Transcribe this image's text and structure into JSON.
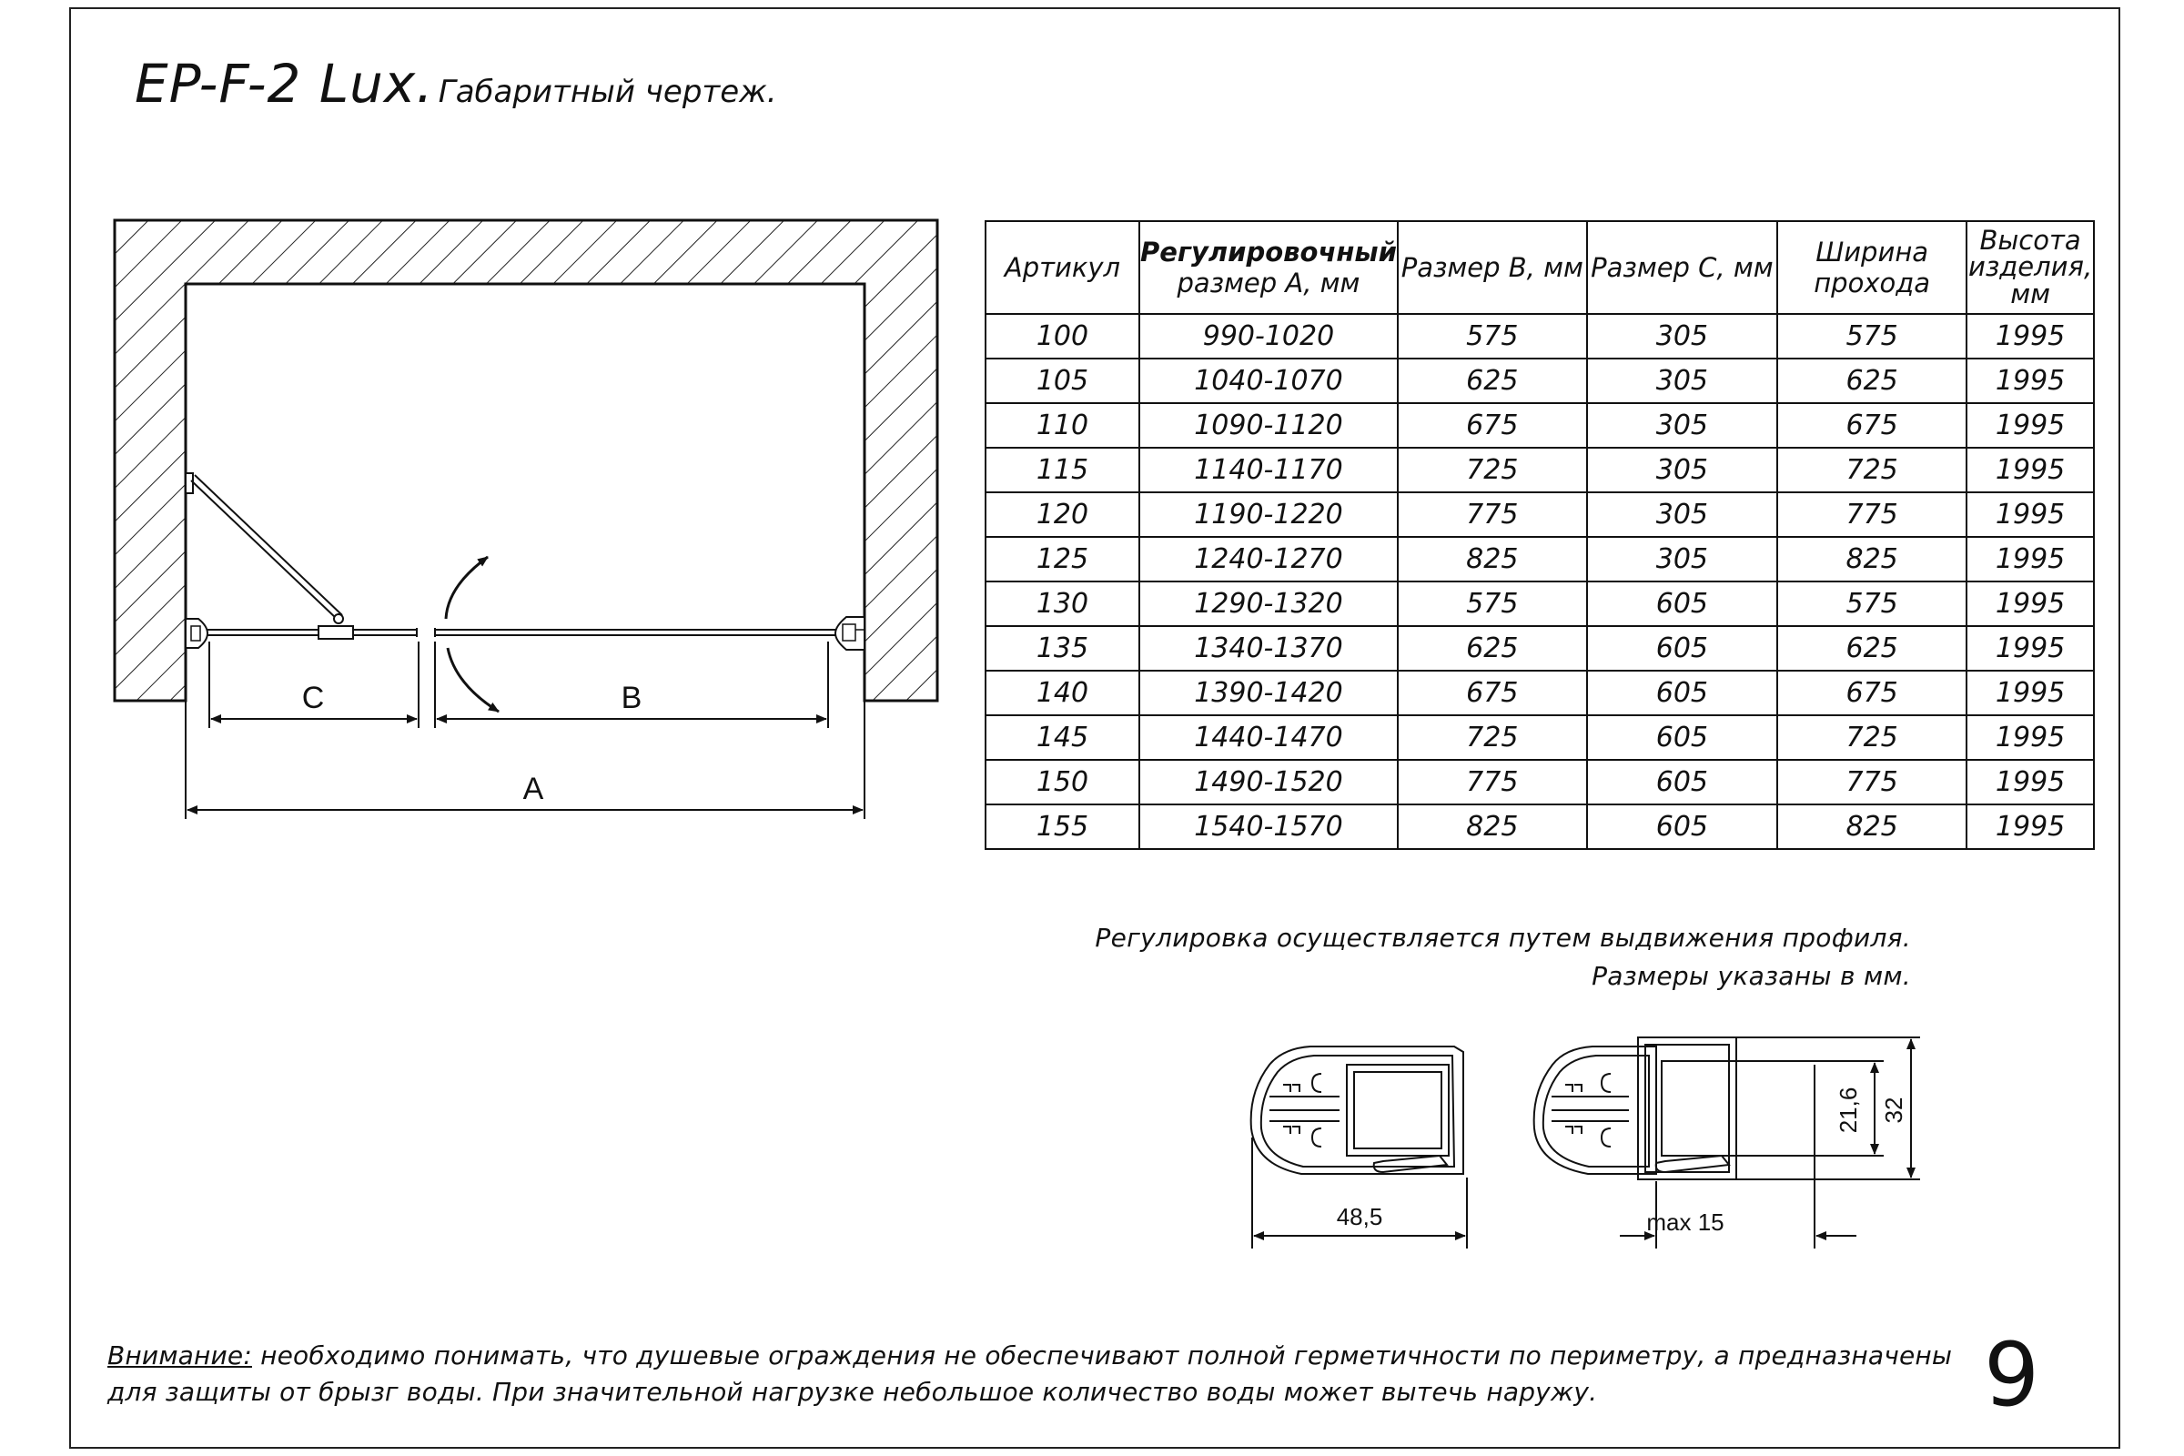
{
  "header": {
    "model": "EP-F-2 Lux.",
    "subtitle": "Габаритный чертеж."
  },
  "drawing": {
    "label_a": "A",
    "label_b": "B",
    "label_c": "C"
  },
  "table": {
    "headers": {
      "article": "Артикул",
      "adj_bold": "Регулировочный",
      "adj_rest": "размер А, мм",
      "size_b": "Размер В, мм",
      "size_c": "Размер С, мм",
      "width_1": "Ширина",
      "width_2": "прохода",
      "height_1": "Высота",
      "height_2": "изделия,",
      "height_3": "мм"
    },
    "rows": [
      [
        "100",
        "990-1020",
        "575",
        "305",
        "575",
        "1995"
      ],
      [
        "105",
        "1040-1070",
        "625",
        "305",
        "625",
        "1995"
      ],
      [
        "110",
        "1090-1120",
        "675",
        "305",
        "675",
        "1995"
      ],
      [
        "115",
        "1140-1170",
        "725",
        "305",
        "725",
        "1995"
      ],
      [
        "120",
        "1190-1220",
        "775",
        "305",
        "775",
        "1995"
      ],
      [
        "125",
        "1240-1270",
        "825",
        "305",
        "825",
        "1995"
      ],
      [
        "130",
        "1290-1320",
        "575",
        "605",
        "575",
        "1995"
      ],
      [
        "135",
        "1340-1370",
        "625",
        "605",
        "625",
        "1995"
      ],
      [
        "140",
        "1390-1420",
        "675",
        "605",
        "675",
        "1995"
      ],
      [
        "145",
        "1440-1470",
        "725",
        "605",
        "725",
        "1995"
      ],
      [
        "150",
        "1490-1520",
        "775",
        "605",
        "775",
        "1995"
      ],
      [
        "155",
        "1540-1570",
        "825",
        "605",
        "825",
        "1995"
      ]
    ]
  },
  "notes": {
    "line1": "Регулировка осуществляется путем выдвижения профиля.",
    "line2": "Размеры указаны в мм."
  },
  "profiles": {
    "width_label": "48,5",
    "max_label": "max 15",
    "inner_label": "21,6",
    "outer_label": "32"
  },
  "footer": {
    "attention": "Внимание:",
    "text1": " необходимо понимать, что душевые ограждения не обеспечивают полной герметичности по периметру, а предназначены",
    "text2": "для защиты от брызг воды. При значительной нагрузке небольшое количество воды может вытечь наружу.",
    "page": "9"
  }
}
